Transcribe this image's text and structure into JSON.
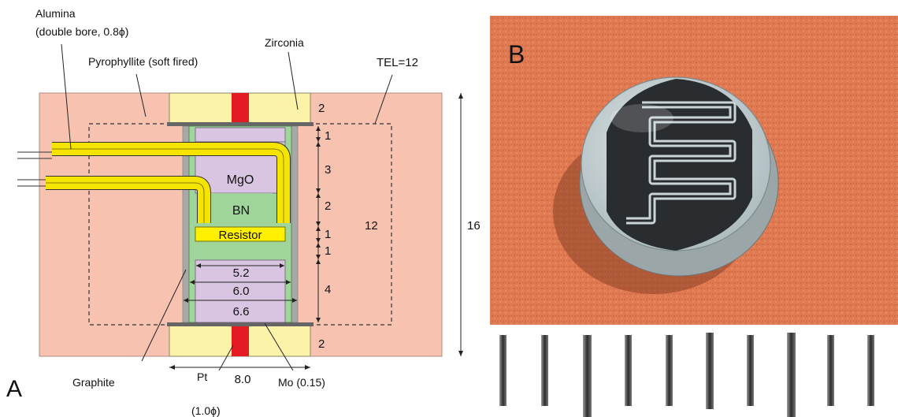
{
  "panel_a": {
    "panel_label": "A",
    "labels": {
      "alumina": "Alumina",
      "alumina_detail": "(double bore, 0.8ϕ)",
      "pyrophyllite": "Pyrophyllite (soft fired)",
      "zirconia": "Zirconia",
      "tel": "TEL=12",
      "mgo": "MgO",
      "bn": "BN",
      "resistor": "Resistor",
      "graphite": "Graphite",
      "pt": "Pt",
      "pt_detail": "(1.0ϕ)",
      "mo": "Mo (0.15)"
    },
    "dimensions": {
      "zirconia_top": "2",
      "zirconia_bottom": "2",
      "segment_1": "1",
      "segment_2": "3",
      "segment_3": "2",
      "segment_4": "1",
      "segment_5": "1",
      "segment_6": "4",
      "inner_height": "12",
      "total_height": "16",
      "width_inner": "5.2",
      "width_mid": "6.0",
      "width_outer": "6.6",
      "width_total": "8.0"
    },
    "colors": {
      "pyrophyllite": "#f7c3b0",
      "zirconia": "#fbf4a8",
      "mgo": "#d9c5e2",
      "bn": "#9fd49a",
      "resistor": "#fff000",
      "alumina": "#f5e400",
      "graphite": "#a8a8a8",
      "pt": "#e31b23",
      "mo": "#666666"
    }
  },
  "panel_b": {
    "panel_label": "B",
    "colors": {
      "background": "#e07a52",
      "disc": "#c9d4d6",
      "pattern": "#2a2d30",
      "ruler": "#ffffff"
    }
  }
}
